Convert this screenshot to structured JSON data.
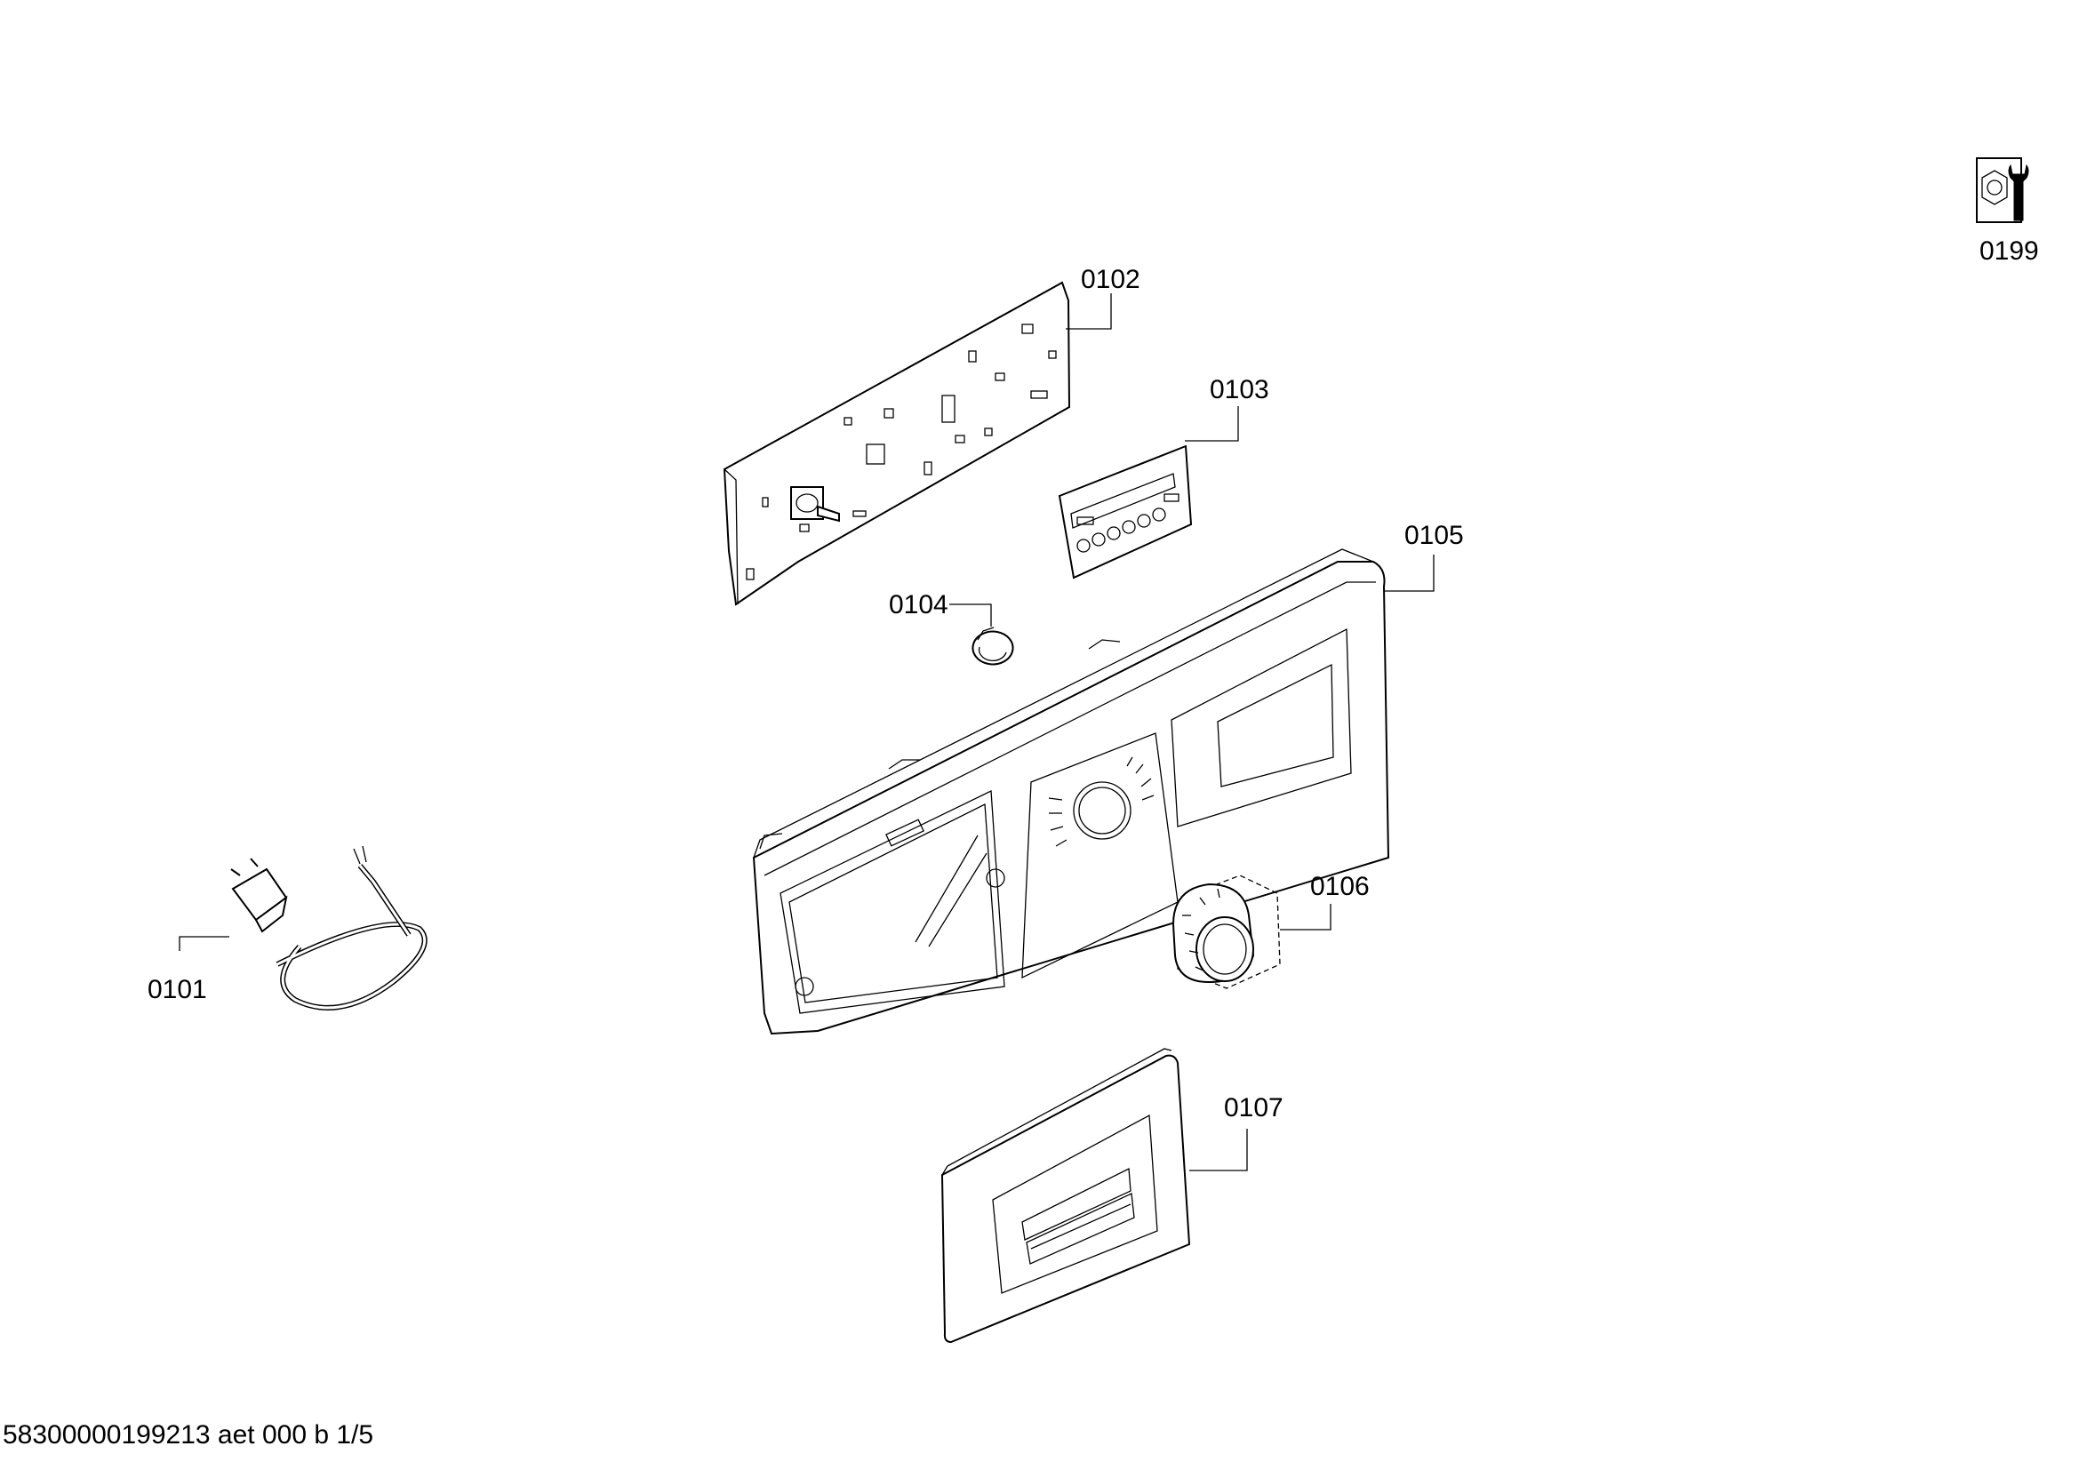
{
  "diagram": {
    "parts": [
      {
        "id": "0101",
        "name": "power-cord"
      },
      {
        "id": "0102",
        "name": "control-module"
      },
      {
        "id": "0103",
        "name": "keypad-foil"
      },
      {
        "id": "0104",
        "name": "selector-holder"
      },
      {
        "id": "0105",
        "name": "fascia-panel"
      },
      {
        "id": "0106",
        "name": "program-knob"
      },
      {
        "id": "0107",
        "name": "detergent-drawer-handle"
      },
      {
        "id": "0199",
        "name": "service-tool"
      }
    ],
    "icons": [
      "wrench-nut-icon"
    ],
    "footer": "58300000199213 aet 000 b 1/5"
  }
}
